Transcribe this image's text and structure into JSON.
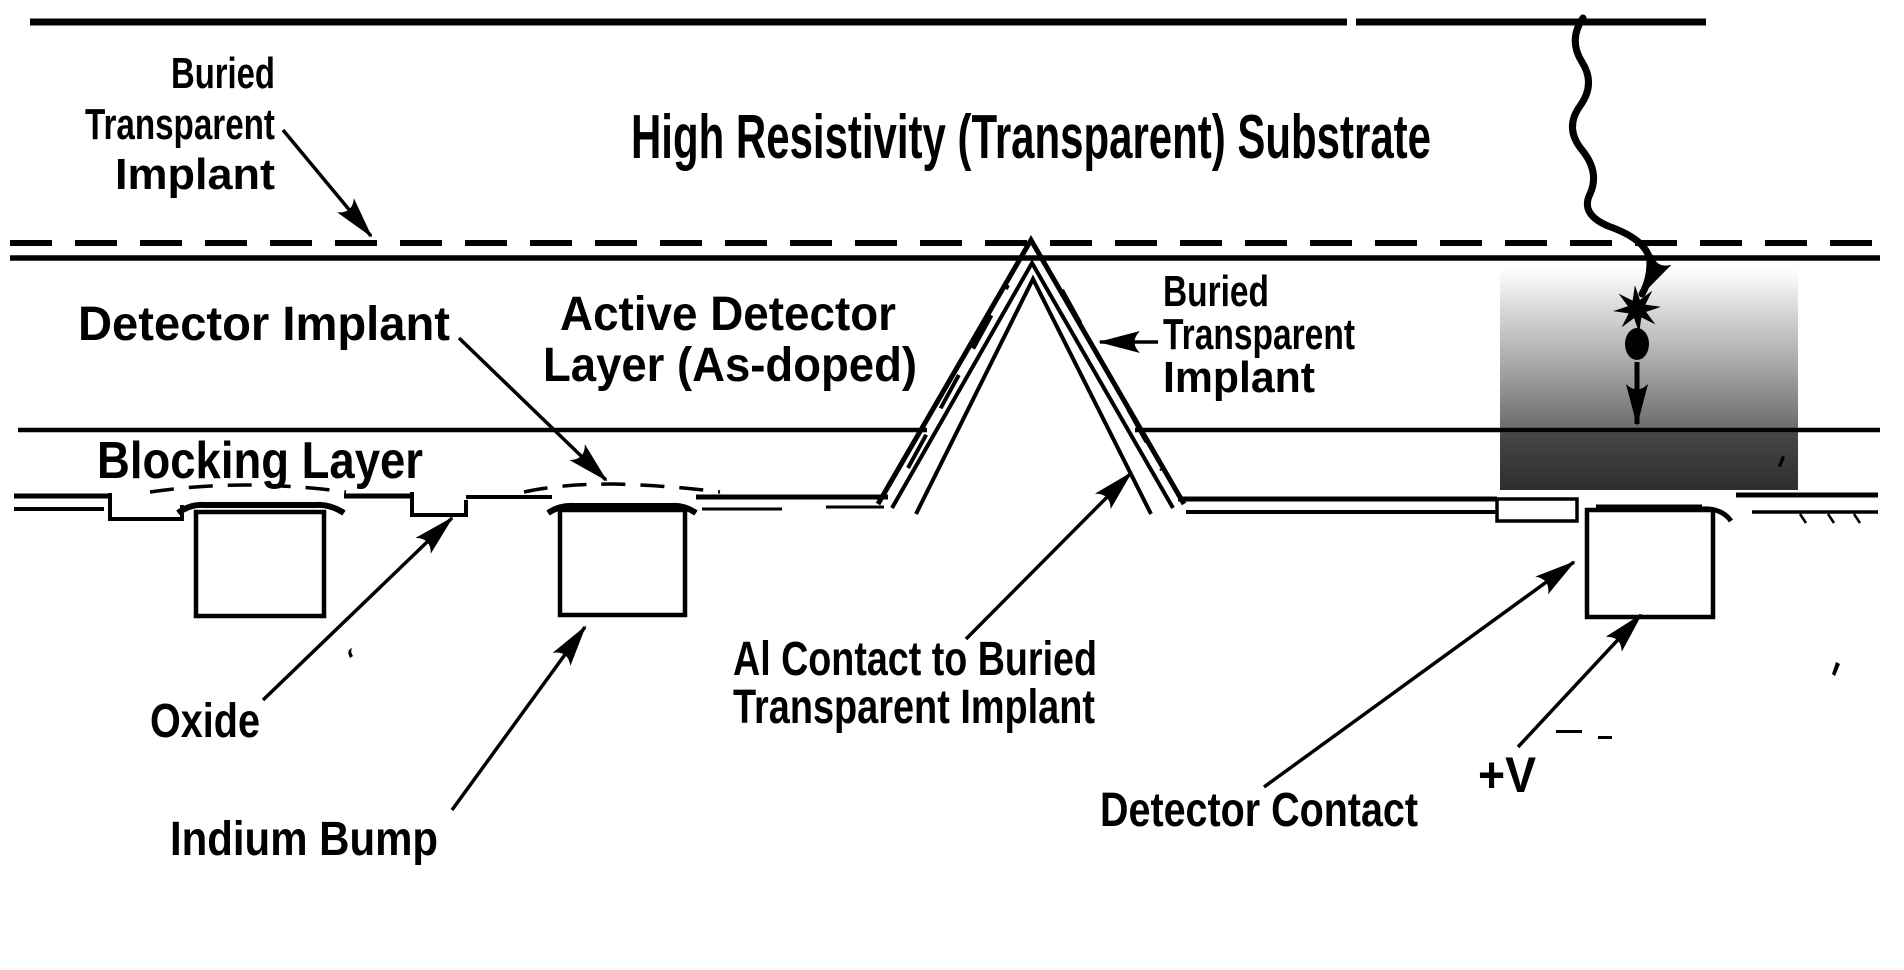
{
  "diagram": {
    "type": "semiconductor-detector-cross-section",
    "title": "High Resistivity (Transparent) Substrate",
    "labels": {
      "buried_left": {
        "line1": "Buried",
        "line2": "Transparent",
        "line3": "Implant"
      },
      "detector_implant": "Detector Implant",
      "active_layer": {
        "line1": "Active Detector",
        "line2": "Layer (As-doped)"
      },
      "blocking_layer": "Blocking Layer",
      "buried_right": {
        "line1": "Buried",
        "line2": "Transparent",
        "line3": "Implant"
      },
      "al_contact": {
        "line1": "Al Contact to Buried",
        "line2": "Transparent Implant"
      },
      "oxide": "Oxide",
      "indium_bump": "Indium Bump",
      "detector_contact": "Detector Contact",
      "bias_voltage": "+V"
    },
    "glyphs": {
      "photon": "wavy-arrow-ray",
      "absorption_event": "eight-point-star-burst",
      "charge_carrier": "filled-ellipse-with-down-arrow",
      "leader": "solid-triangle-arrowhead"
    },
    "colors": {
      "ink": "#000000",
      "background": "#ffffff",
      "gradient_top": "#efefef",
      "gradient_mid": "#8f8f8f",
      "gradient_bottom": "#2e2e2e"
    }
  }
}
